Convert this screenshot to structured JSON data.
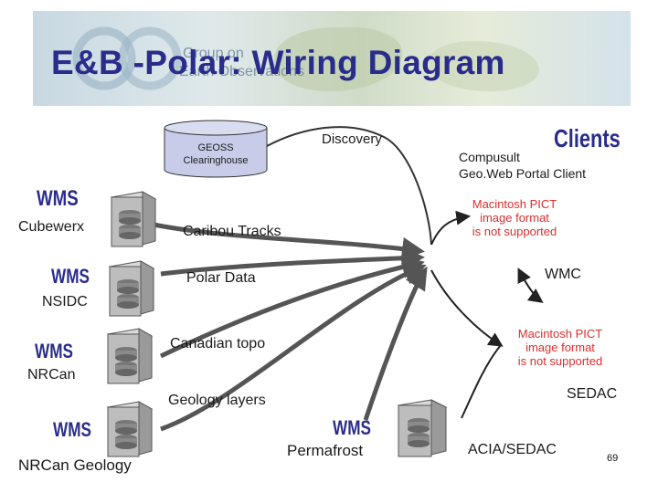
{
  "banner": {
    "title": "E&B -Polar: Wiring Diagram",
    "logo_line1": "Group on",
    "logo_line2": "Earth Observations"
  },
  "clearinghouse": {
    "line1": "GEOSS",
    "line2": "Clearinghouse"
  },
  "discovery_label": "Discovery",
  "clients": {
    "heading": "Clients",
    "compusult": "Compusult",
    "portal": "Geo.Web Portal Client",
    "wmc": "WMC",
    "sedac": "SEDAC",
    "acia_sedac": "ACIA/SEDAC"
  },
  "pict_placeholder": {
    "line1": "Macintosh PICT",
    "line2": "image format",
    "line3": "is not supported"
  },
  "servers": {
    "cubewerx": {
      "wms": "WMS",
      "name": "Cubewerx",
      "layer": "Caribou Tracks"
    },
    "nsidc": {
      "wms": "WMS",
      "name": "NSIDC",
      "layer": "Polar Data"
    },
    "nrcan": {
      "wms": "WMS",
      "name": "NRCan",
      "layer": "Canadian topo"
    },
    "nrcan_geology": {
      "wms": "WMS",
      "name": "NRCan Geology",
      "layer": "Geology layers"
    },
    "permafrost": {
      "wms": "WMS",
      "name": "Permafrost"
    }
  },
  "page_number": "69",
  "colors": {
    "title": "#2a2c8c",
    "pict_text": "#dd2e2e",
    "arrow": "#555555"
  }
}
